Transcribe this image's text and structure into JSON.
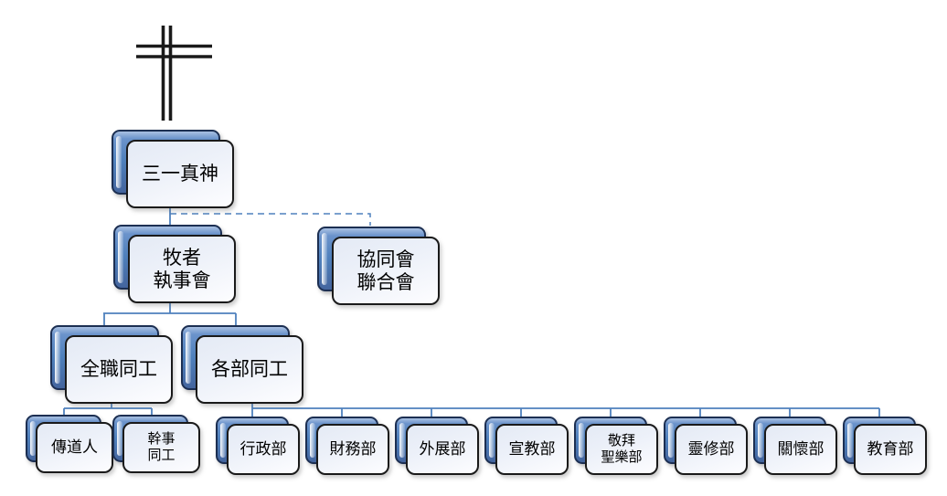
{
  "chart_title": "",
  "colors": {
    "node_fill_blue": "#4f81bd",
    "node_border_dark": "#1c2f52",
    "panel_fill_light": "#edf1f9",
    "panel_border_black": "#1a1a1a",
    "connector_line": "#4f81bd",
    "cross_color": "#1a1a1a",
    "background": "#ffffff"
  },
  "nodes": {
    "trinity": {
      "lines": [
        "三一真神"
      ]
    },
    "pastors": {
      "lines": [
        "牧者",
        "執事會"
      ]
    },
    "union": {
      "lines": [
        "協同會",
        "聯合會"
      ]
    },
    "fulltime": {
      "lines": [
        "全職同工"
      ]
    },
    "dept_staff": {
      "lines": [
        "各部同工"
      ]
    },
    "preacher": {
      "lines": [
        "傳道人"
      ]
    },
    "secretary": {
      "lines": [
        "幹事",
        "同工"
      ]
    },
    "admin": {
      "lines": [
        "行政部"
      ]
    },
    "finance": {
      "lines": [
        "財務部"
      ]
    },
    "outreach": {
      "lines": [
        "外展部"
      ]
    },
    "mission": {
      "lines": [
        "宣教部"
      ]
    },
    "worship": {
      "lines": [
        "敬拜",
        "聖樂部"
      ]
    },
    "devotion": {
      "lines": [
        "靈修部"
      ]
    },
    "care": {
      "lines": [
        "關懷部"
      ]
    },
    "education": {
      "lines": [
        "教育部"
      ]
    }
  },
  "edges": [
    {
      "from": "三一真神",
      "to": "牧者執事會",
      "style": "solid"
    },
    {
      "from": "三一真神",
      "to": "協同會聯合會",
      "style": "dashed"
    },
    {
      "from": "牧者執事會",
      "to": "全職同工",
      "style": "solid"
    },
    {
      "from": "牧者執事會",
      "to": "各部同工",
      "style": "solid"
    },
    {
      "from": "全職同工",
      "to": "傳道人",
      "style": "solid"
    },
    {
      "from": "全職同工",
      "to": "幹事同工",
      "style": "solid"
    },
    {
      "from": "各部同工",
      "to": "行政部",
      "style": "solid"
    },
    {
      "from": "各部同工",
      "to": "財務部",
      "style": "solid"
    },
    {
      "from": "各部同工",
      "to": "外展部",
      "style": "solid"
    },
    {
      "from": "各部同工",
      "to": "宣教部",
      "style": "solid"
    },
    {
      "from": "各部同工",
      "to": "敬拜聖樂部",
      "style": "solid"
    },
    {
      "from": "各部同工",
      "to": "靈修部",
      "style": "solid"
    },
    {
      "from": "各部同工",
      "to": "關懷部",
      "style": "solid"
    },
    {
      "from": "各部同工",
      "to": "教育部",
      "style": "solid"
    }
  ]
}
